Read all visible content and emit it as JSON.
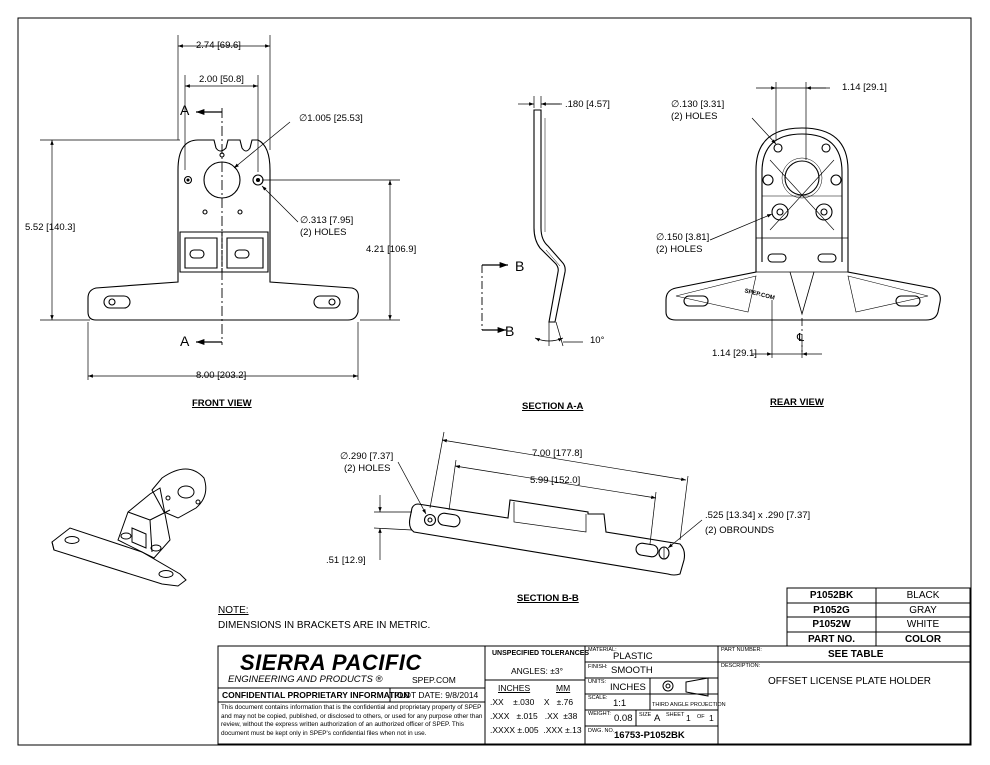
{
  "views": {
    "front": "FRONT VIEW",
    "section_aa": "SECTION A-A",
    "rear": "REAR VIEW",
    "section_bb": "SECTION B-B"
  },
  "front_dims": {
    "w_top": "2.74",
    "w_top_mm": "69.6",
    "w_inner": "2.00",
    "w_inner_mm": "50.8",
    "dia_big": "1.005",
    "dia_big_mm": "25.53",
    "dia_small": ".313",
    "dia_small_mm": "7.95",
    "small_holes": "(2) HOLES",
    "height": "5.52",
    "height_mm": "140.3",
    "height2": "4.21",
    "height2_mm": "106.9",
    "width": "8.00",
    "width_mm": "203.2",
    "cut_a": "A"
  },
  "section_aa_dims": {
    "thick": ".180",
    "thick_mm": "4.57",
    "angle": "10°",
    "cut_b": "B"
  },
  "rear_dims": {
    "top_offset": "1.14",
    "top_offset_mm": "29.1",
    "dia_a": ".130",
    "dia_a_mm": "3.31",
    "holes_a": "(2) HOLES",
    "dia_b": ".150",
    "dia_b_mm": "3.81",
    "holes_b": "(2) HOLES",
    "bottom_offset": "1.14",
    "bottom_offset_mm": "29.1",
    "centerline": "℄",
    "plate_text": "SPEP.COM"
  },
  "section_bb_dims": {
    "dia": ".290",
    "dia_mm": "7.37",
    "holes": "(2) HOLES",
    "w_outer": "7.00",
    "w_outer_mm": "177.8",
    "w_inner": "5.99",
    "w_inner_mm": "152.0",
    "obround": ".525",
    "obround_mm": "13.34",
    "obround_x": "x",
    "obround2": ".290",
    "obround2_mm": "7.37",
    "obround_note": "(2) OBROUNDS",
    "depth": ".51",
    "depth_mm": "12.9"
  },
  "note": {
    "title": "NOTE:",
    "text": "DIMENSIONS IN BRACKETS ARE IN METRIC."
  },
  "color_table": {
    "rows": [
      {
        "part": "P1052BK",
        "color": "BLACK"
      },
      {
        "part": "P1052G",
        "color": "GRAY"
      },
      {
        "part": "P1052W",
        "color": "WHITE"
      }
    ],
    "header_part": "PART NO.",
    "header_color": "COLOR"
  },
  "title_block": {
    "company": "SIERRA PACIFIC",
    "company_sub": "ENGINEERING AND PRODUCTS",
    "registered": "®",
    "website": "SPEP.COM",
    "confidential": "CONFIDENTIAL PROPRIETARY INFORMATION",
    "plot_date_label": "PLOT DATE:",
    "plot_date": "9/8/2014",
    "disclaimer": "This document contains information that is the confidential and proprietary property of SPEP and may not be copied, published, or disclosed to others, or used for any purpose other than review, without the express written authorization of an authorized officer of SPEP. This document must be kept only in SPEP's confidential files when not in use.",
    "tolerances_title": "UNSPECIFIED TOLERANCES",
    "angles": "ANGLES:  ±3°",
    "inches": "INCHES",
    "mm": "MM",
    "tol_rows": [
      {
        "fmt_in": ".XX",
        "tol_in": "±.030",
        "fmt_mm": "X",
        "tol_mm": "±.76"
      },
      {
        "fmt_in": ".XXX",
        "tol_in": "±.015",
        "fmt_mm": ".XX",
        "tol_mm": "±38"
      },
      {
        "fmt_in": ".XXXX",
        "tol_in": "±.005",
        "fmt_mm": ".XXX",
        "tol_mm": "±.13"
      }
    ],
    "material_label": "MATERIAL:",
    "material": "PLASTIC",
    "finish_label": "FINISH:",
    "finish": "SMOOTH",
    "units_label": "UNITS:",
    "units": "INCHES",
    "scale_label": "SCALE:",
    "scale": "1:1",
    "projection": "THIRD ANGLE PROJECTION",
    "weight_label": "WEIGHT:",
    "weight": "0.08",
    "size_label": "SIZE",
    "size": "A",
    "sheet_label": "SHEET",
    "sheet": "1",
    "of_label": "OF",
    "of": "1",
    "dwg_label": "DWG. NO.",
    "dwg": "16753-P1052BK",
    "part_number_label": "PART NUMBER:",
    "part_number": "SEE TABLE",
    "description_label": "DESCRIPTION:",
    "description": "OFFSET LICENSE PLATE HOLDER"
  }
}
